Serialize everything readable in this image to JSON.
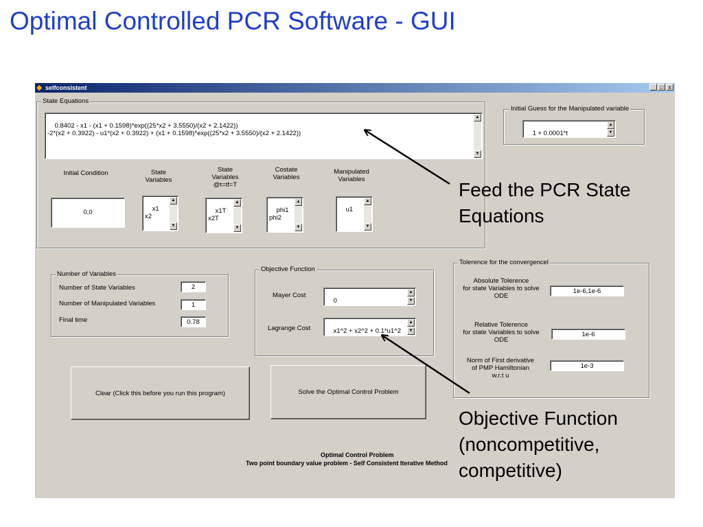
{
  "slide_title": "Optimal Controlled PCR Software - GUI",
  "window": {
    "title": "selfconsistent",
    "min_btn": "_",
    "max_btn": "□",
    "close_btn": "x"
  },
  "state_equations": {
    "label": "State Equations",
    "text": "0.8402 - x1 - (x1 + 0.1598)*exp((25*x2 + 3.5550)/(x2 + 2.1422))\n-2*(x2 + 0.3922) - u1*(x2 + 0.3922) + (x1 + 0.1598)*exp((25*x2 + 3.5550)/(x2 + 2.1422))",
    "initial_condition_label": "Initial Condition",
    "initial_condition_value": "0,0",
    "state_variables_label": "State\nVariables",
    "state_variables_value": "x1\nx2",
    "state_at_T_label": "State\nVariables\n@t=tf=T",
    "state_at_T_value": "x1T\nx2T",
    "costate_label": "Costate\nVariables",
    "costate_value": "phi1\nphi2",
    "manipulated_label": "Manipulated\nVariables",
    "manipulated_value": "u1"
  },
  "initial_guess": {
    "label": "Initial Guess for the Manipulated variable",
    "value": "1 + 0.0001*t"
  },
  "num_variables": {
    "label": "Number of Variables",
    "state_label": "Number of State Variables",
    "state_value": "2",
    "manip_label": "Number of Manipulated Variables",
    "manip_value": "1",
    "final_time_label": "Final time",
    "final_time_value": "0.78"
  },
  "objective": {
    "label": "Objective Function",
    "mayer_label": "Mayer Cost",
    "mayer_value": "0",
    "lagrange_label": "Lagrange Cost",
    "lagrange_value": "x1^2 + x2^2 + 0.1*u1^2"
  },
  "tolerence": {
    "label": "Tolerence for the convergencel",
    "abs_label": "Absolute Tolerence\nfor state Variables to solve\nODE",
    "abs_value": "1e-6,1e-6",
    "rel_label": "Relative Tolerence\nfor state Variables to solve\nODE",
    "rel_value": "1e-6",
    "norm_label": "Norm of First derivative\nof PMP Hamiltonian\nw.r.t u",
    "norm_value": "1e-3"
  },
  "buttons": {
    "clear": "Clear (Click this before you run this program)",
    "solve": "Solve the Optimal Control Problem"
  },
  "footer": {
    "line1": "Optimal Control Problem",
    "line2": "Two point boundary value problem -  Self Consistent Iterative Method"
  },
  "annotations": {
    "feed": "Feed the PCR State\nEquations",
    "objective": "Objective Function\n(noncompetitive,\ncompetitive)"
  }
}
